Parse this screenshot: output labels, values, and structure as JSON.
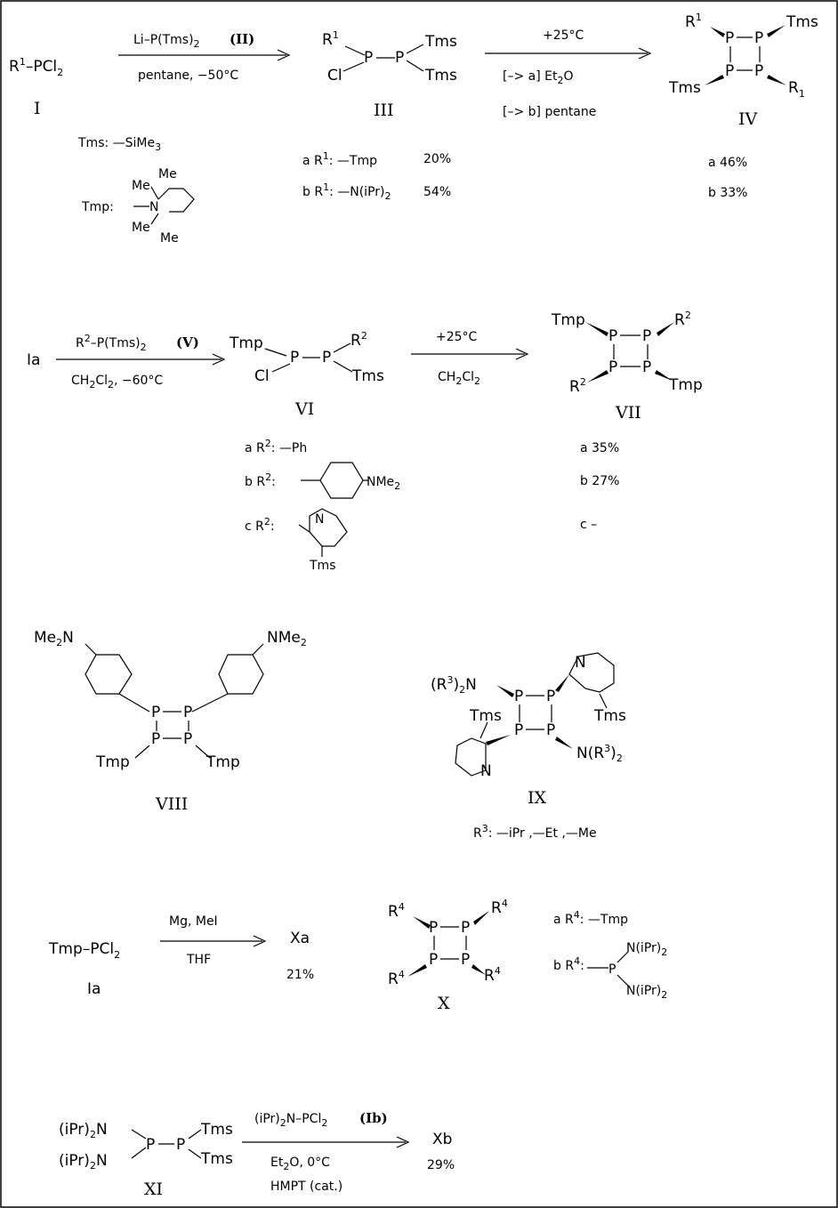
{
  "scheme1": {
    "reactant": "R1–PCl2",
    "reactant_label": "I",
    "reagent_above": "Li–P(Tms)2",
    "reagent_label": "(II)",
    "conditions_below": "pentane, −50°C",
    "intermediate_label": "III",
    "temp_arrow2": "+25°C",
    "route_a": "[–> a] Et2O",
    "route_b": "[–> b] pentane",
    "product_label": "IV",
    "tms_def": "Tms: —SiMe3",
    "tmp_def": "Tmp:",
    "variant_a": "a R1: —Tmp",
    "variant_a_yield": "20%",
    "variant_b": "b R1: —N(iPr)2",
    "variant_b_yield": "54%",
    "product_yield_a": "a 46%",
    "product_yield_b": "b 33%"
  },
  "scheme2": {
    "reactant": "Ia",
    "reagent_above": "R2–P(Tms)2",
    "reagent_label": "(V)",
    "conditions_below": "CH2Cl2, −60°C",
    "intermediate_label": "VI",
    "temp_arrow2": "+25°C",
    "solvent_arrow2": "CH2Cl2",
    "product_label": "VII",
    "variant_a": "a R2: —Ph",
    "variant_b": "b R2:",
    "variant_c": "c R2:",
    "yield_a": "a 35%",
    "yield_b": "b 27%",
    "yield_c": "c –"
  },
  "scheme3": {
    "label_viii": "VIII",
    "label_ix": "IX",
    "r3_def": "R3: —iPr ,—Et ,—Me"
  },
  "scheme4": {
    "reactant": "Tmp–PCl2",
    "reactant_label": "Ia",
    "reagent_above": "Mg, MeI",
    "solvent": "THF",
    "product": "Xa",
    "yield": "21%",
    "product_label": "X",
    "variant_a": "a R4: —Tmp",
    "variant_b": "b R4:"
  },
  "scheme5": {
    "reactant_label": "XI",
    "reagent_above": "(iPr)2N–PCl2",
    "reagent_label": "(Ib)",
    "conditions_1": "Et2O, 0°C",
    "conditions_2": "HMPT (cat.)",
    "product": "Xb",
    "yield": "29%"
  }
}
